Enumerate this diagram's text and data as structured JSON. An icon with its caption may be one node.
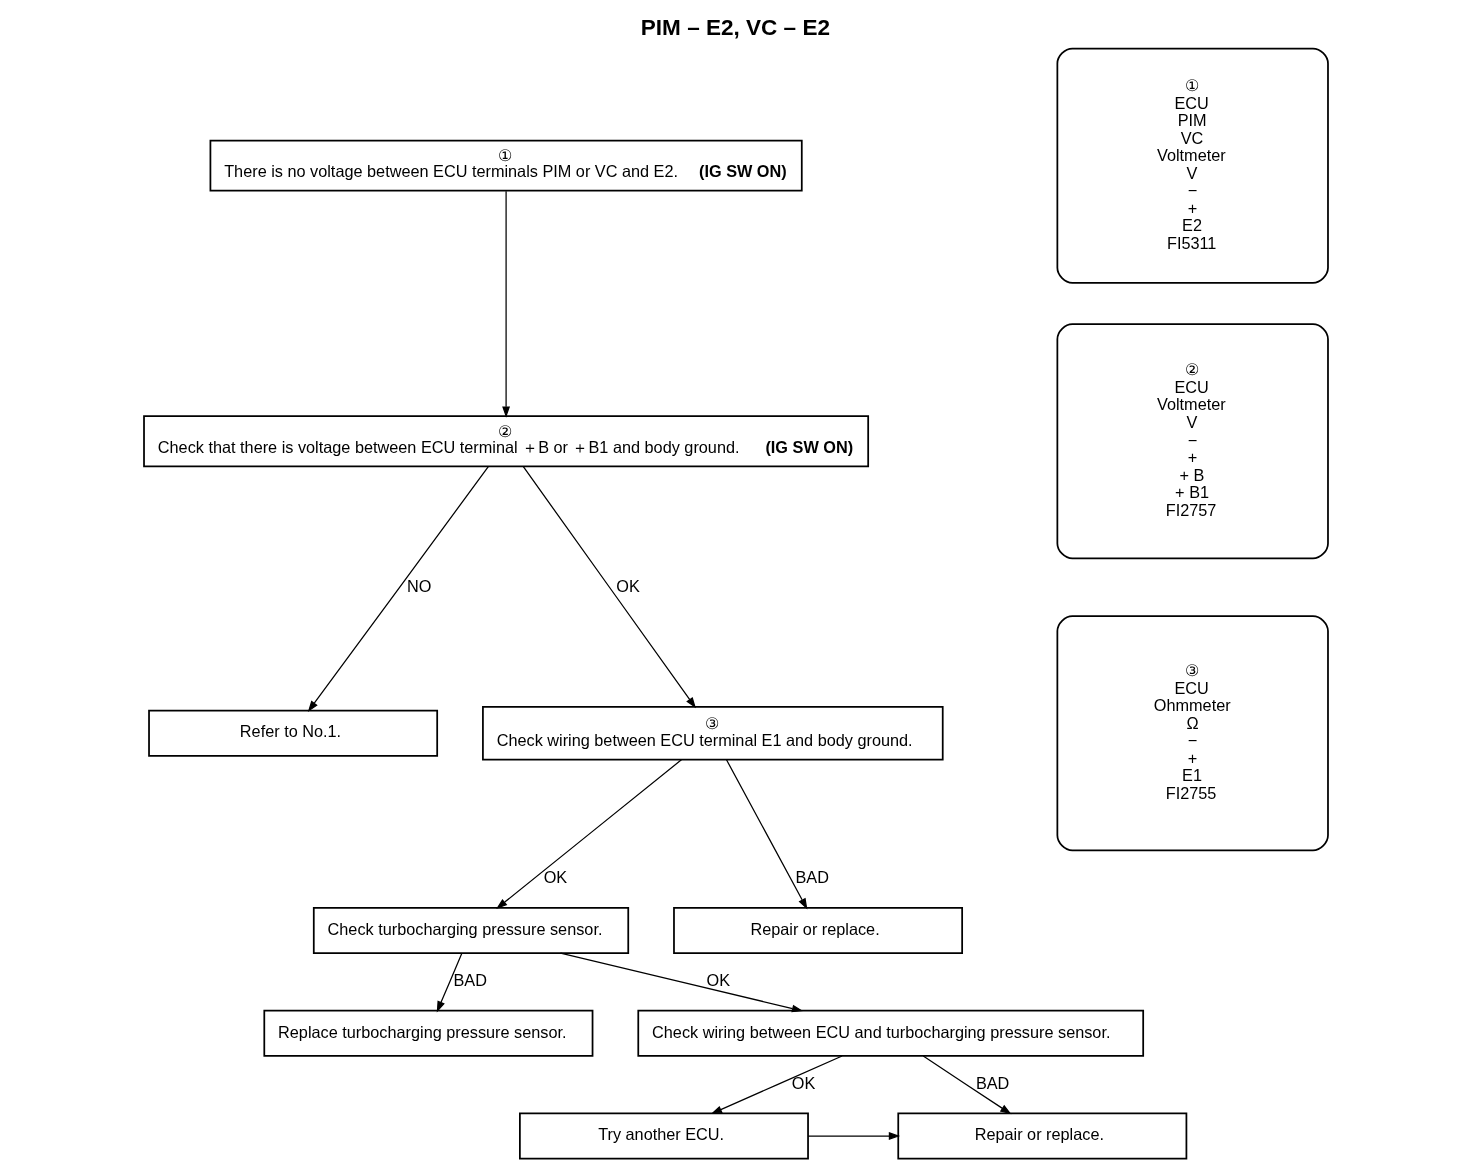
{
  "diagram": {
    "title": "PIM – E2, VC – E2",
    "nodes": [
      {
        "text": [
          "①",
          "There is no voltage between ECU terminals PIM or VC and E2. **(IG SW ON)**"
        ]
      },
      {
        "text": [
          "②",
          "Check that there is voltage between ECU terminal ＋B or ＋B1 and body ground. **(IG SW ON)**"
        ]
      },
      {
        "text": [
          "Refer to No.1."
        ]
      },
      {
        "text": [
          "③",
          "Check wiring between ECU terminal E1 and body ground."
        ]
      },
      {
        "text": [
          "Check turbocharging pressure sensor."
        ]
      },
      {
        "text": [
          "Repair or replace."
        ]
      },
      {
        "text": [
          "Replace turbocharging pressure sensor."
        ]
      },
      {
        "text": [
          "Check wiring between ECU and turbocharging pressure sensor."
        ]
      },
      {
        "text": [
          "Try another ECU."
        ]
      },
      {
        "text": [
          "Repair or replace."
        ]
      },
      {
        "text": [
          "①",
          "ECU",
          "PIM",
          "VC",
          "Voltmeter",
          "V",
          "−",
          "+",
          "E2",
          "FI5311"
        ]
      },
      {
        "text": [
          "②",
          "ECU",
          "Voltmeter",
          "V",
          "−",
          "+",
          "+ B",
          "+ B1",
          "FI2757"
        ]
      },
      {
        "text": [
          "③",
          "ECU",
          "Ohmmeter",
          "Ω",
          "−",
          "+",
          "E1",
          "FI2755"
        ]
      }
    ],
    "edges": [
      {
        "from": 0,
        "to": 1,
        "arrow": "to"
      },
      {
        "from": 1,
        "to": 3,
        "arrow": "to",
        "label": "OK"
      },
      {
        "from": 1,
        "to": 2,
        "arrow": "to",
        "label": "NO"
      },
      {
        "from": 3,
        "to": 4,
        "arrow": "to",
        "label": "OK"
      },
      {
        "from": 3,
        "to": 5,
        "arrow": "to",
        "label": "BAD"
      },
      {
        "from": 4,
        "to": 6,
        "arrow": "to",
        "label": "BAD"
      },
      {
        "from": 4,
        "to": 7,
        "arrow": "to",
        "label": "OK"
      },
      {
        "from": 7,
        "to": 8,
        "arrow": "to",
        "label": "OK"
      },
      {
        "from": 7,
        "to": 9,
        "arrow": "to",
        "label": "BAD"
      },
      {
        "from": 8,
        "to": 9,
        "arrow": "to"
      }
    ]
  }
}
